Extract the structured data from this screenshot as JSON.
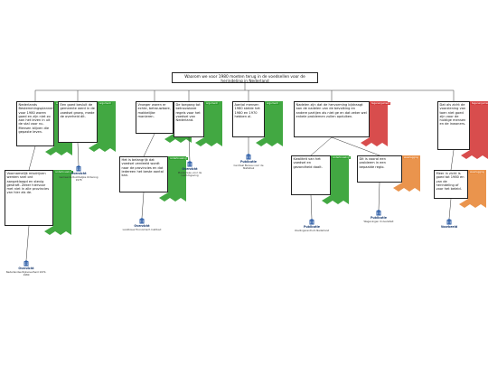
{
  "colors": {
    "line": "#333333",
    "green": "#2e9e2e",
    "red": "#d43a3a",
    "orange": "#e8883a",
    "icon_blue": "#2f5fa8"
  },
  "root": {
    "text": "Waarom we voor 1980 moeten terug in de voedsellen voor de herindeling in Nederland"
  },
  "branches": [
    {
      "id": "b1",
      "text": "Nederlands Bestemmingsplannen voor 1980 waren goed en zijn niet zo aan het leven in uit de stal voor nu. Mensen blijven die gepaste leven.",
      "tag": "argument",
      "tone": "green",
      "children": [
        {
          "id": "b1c1",
          "text": "Voornamelijk misdrijven werden snel ont aangeklaagd en stevig gestraft. Zeker hiervoor met niet in alle provincies van hier als de.",
          "tag": "onderbouwing",
          "tone": "green",
          "ref": {
            "title": "Overzicht",
            "sub": "Nederlandse Rijksoverheid 1970-1980"
          }
        }
      ]
    },
    {
      "id": "b2",
      "text": "Een goed besluit de gemeente werd in de voedsel groep, mede de overheid dit.",
      "tag": "argument",
      "tone": "green",
      "ref": {
        "title": "Overzicht",
        "sub": "Gemeente Ruimtelijke Ordening 1978"
      }
    },
    {
      "id": "b3",
      "text": "Vroeger waren er echte, betrouwbare, makkelijke manieren.",
      "tag": "argument",
      "tone": "green",
      "children": [
        {
          "id": "b3c1",
          "text": "Het is belangrijk dat voedsel verdeeld wordt naar de provincies en dat iedereen het beste aantal kan.",
          "tag": "onderbouwing",
          "tone": "green",
          "ref": {
            "title": "Overzicht",
            "sub": "Landbouw Economisch Instituut"
          }
        }
      ]
    },
    {
      "id": "b4",
      "text": "De toegang tot betrouwbare regels voor het voedsel van Nederland.",
      "tag": "argument",
      "tone": "green",
      "ref": {
        "title": "Overzicht",
        "sub": "Planbureau voor de Leefomgeving"
      }
    },
    {
      "id": "b5",
      "text": "Aantal mensen 1980 stelde het 1980 en 1970 hebben al.",
      "tag": "argument",
      "tone": "green",
      "ref": {
        "title": "Publicatie",
        "sub": "Centraal Bureau voor de Statistiek"
      }
    },
    {
      "id": "b6",
      "text": "Nadelen zijn dat de hervorming bijdraagt aan de nadelen van de bevolking en andere partijen als niet ge en dat zeker wel enkele problemen zullen opduiken.",
      "tag": "tegenargument",
      "tone": "red",
      "children": [
        {
          "id": "b6c1",
          "text": "Kwaliteit van het voedsel en gezondheid daalt.",
          "tag": "onderbouwing",
          "tone": "green",
          "ref": {
            "title": "Publicatie",
            "sub": "Voedingscentrum Nederland"
          }
        },
        {
          "id": "b6c2",
          "text": "Dit is vooral een probleem in een bepaalde regio.",
          "tag": "weerlegging",
          "tone": "orange",
          "ref": {
            "title": "Publicatie",
            "sub": "Wageningen Universiteit"
          }
        }
      ]
    },
    {
      "id": "b7",
      "text": "Dat als zicht de voorziening van toen niet goed zijn voor de huidige mensen en de inwoners.",
      "tag": "tegenargument",
      "tone": "red",
      "children": [
        {
          "id": "b7c1",
          "text": "Meer in zicht is goed tot 1980 en van de herindeling of voor het beleid.",
          "tag": "weerlegging",
          "tone": "orange",
          "ref": {
            "title": "Voorbeeld",
            "sub": ""
          }
        }
      ]
    }
  ]
}
